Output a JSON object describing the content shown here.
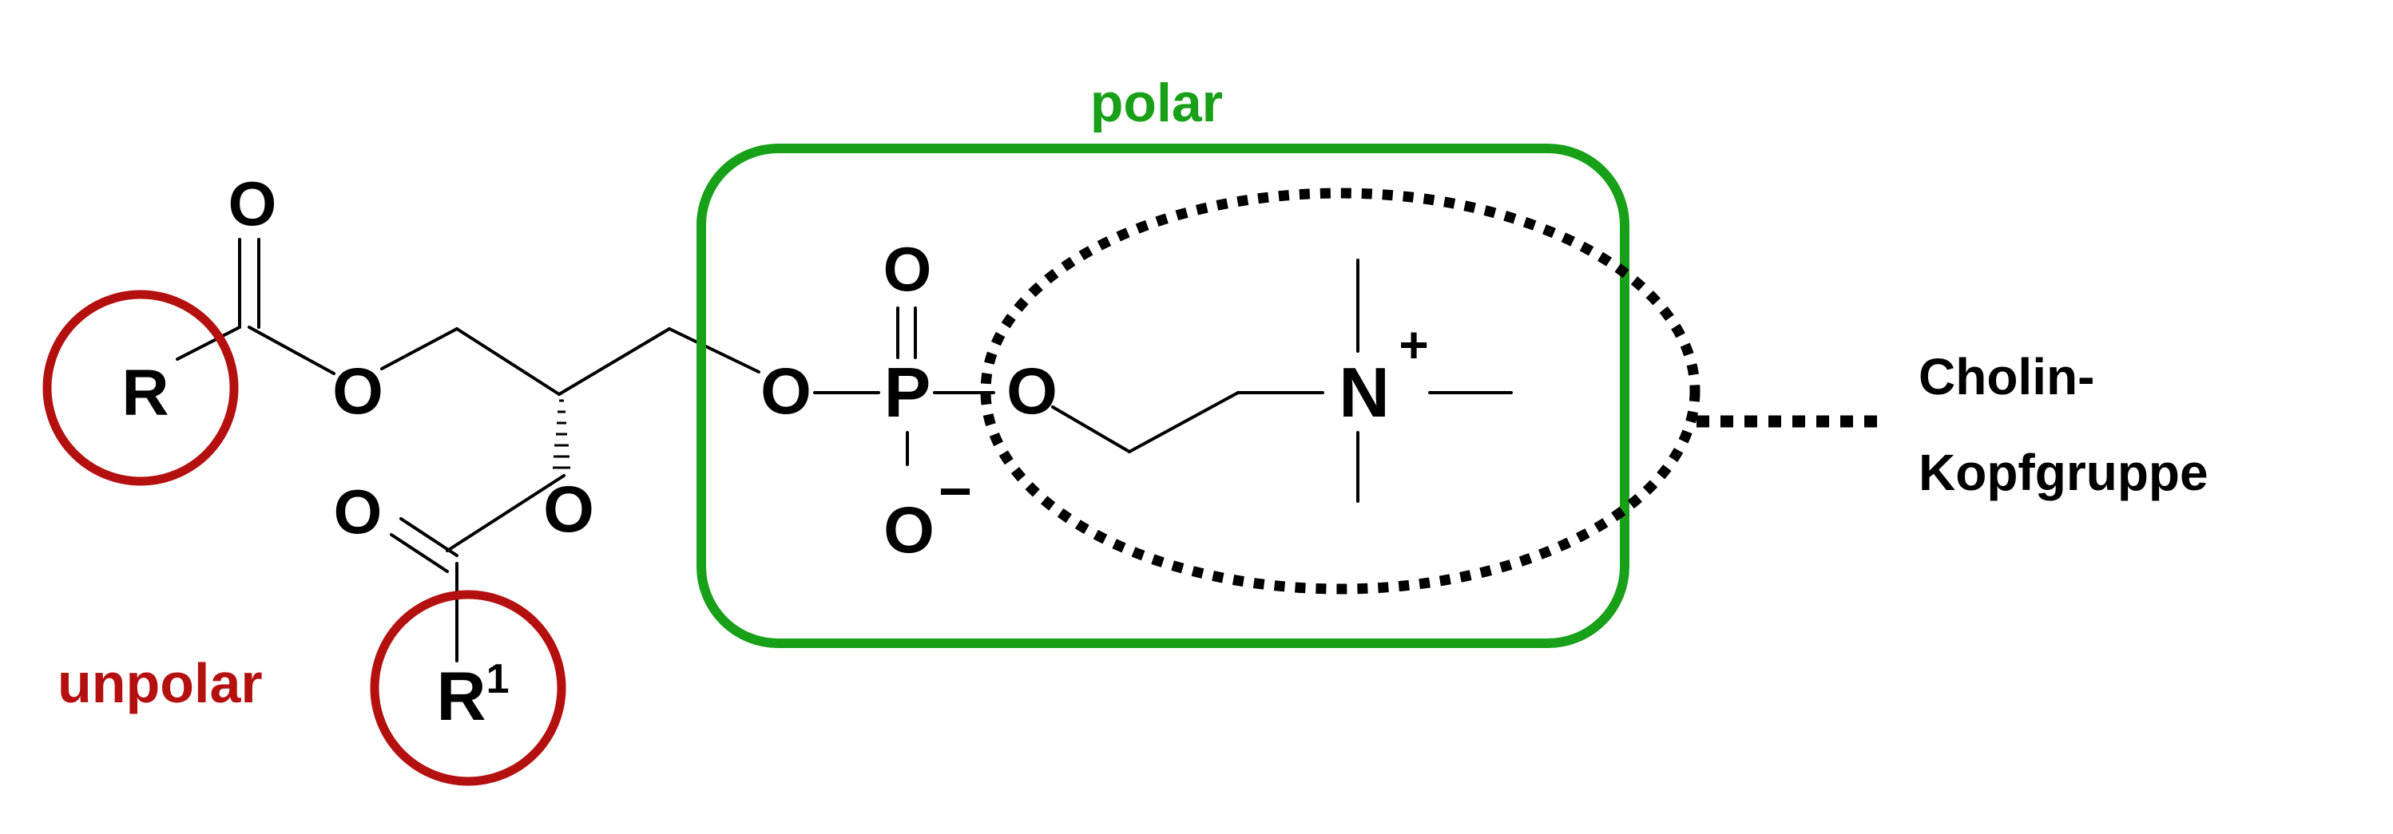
{
  "labels": {
    "polar": "polar",
    "unpolar": "unpolar",
    "head_group_line1": "Cholin-",
    "head_group_line2": "Kopfgruppe"
  },
  "atoms": {
    "R": "R",
    "R1_base": "R",
    "R1_sup": "1",
    "O_carbonyl_top": "O",
    "O_ester_1": "O",
    "O_carbonyl_left": "O",
    "O_ester_2": "O",
    "O_phosphate_left": "O",
    "P": "P",
    "O_phosphate_top": "O",
    "O_phosphate_bottom": "O",
    "charge_minus": "−",
    "O_phosphate_right": "O",
    "N": "N",
    "charge_plus": "+"
  },
  "colors": {
    "polar": "#18a018",
    "unpolar": "#b41010",
    "bonds": "#000000",
    "head_group": "#000000"
  }
}
